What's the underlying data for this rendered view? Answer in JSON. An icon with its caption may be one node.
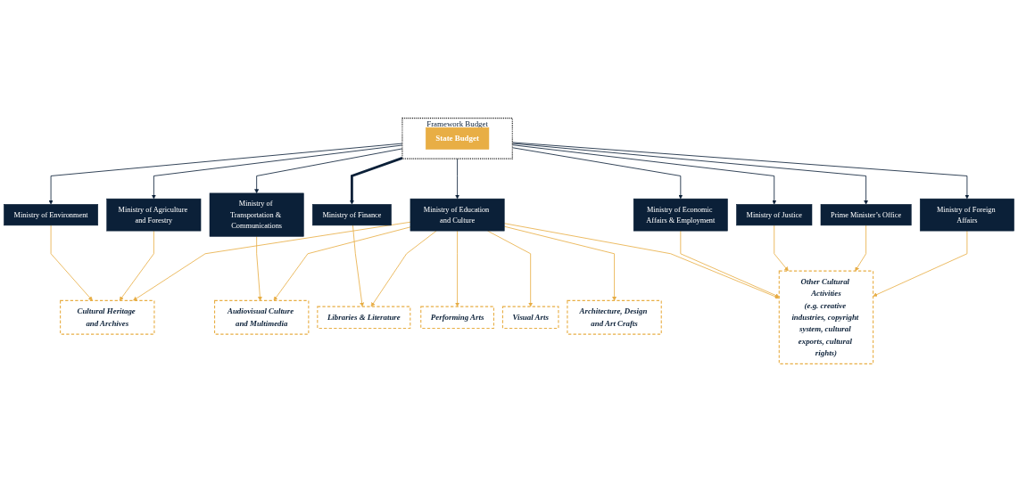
{
  "diagram": {
    "nodes": [
      {
        "text": [
          "Framework Budget"
        ]
      },
      {
        "text": [
          "State Budget"
        ],
        "in": 0
      },
      {
        "text": [
          "Ministry of Environment"
        ]
      },
      {
        "text": [
          "Ministry of Agriculture and Forestry"
        ]
      },
      {
        "text": [
          "Ministry of Transportation & Communications"
        ]
      },
      {
        "text": [
          "Ministry of Finance"
        ]
      },
      {
        "text": [
          "Ministry of Education and Culture"
        ]
      },
      {
        "text": [
          "Ministry of Economic Affairs & Employment"
        ]
      },
      {
        "text": [
          "Ministry of Justice"
        ]
      },
      {
        "text": [
          "Prime Minister’s Office"
        ]
      },
      {
        "text": [
          "Ministry of Foreign Affairs"
        ]
      },
      {
        "text": [
          "Cultural Heritage and Archives"
        ]
      },
      {
        "text": [
          "Audiovisual Culture and Multimedia"
        ]
      },
      {
        "text": [
          "Libraries & Literature"
        ]
      },
      {
        "text": [
          "Performing Arts"
        ]
      },
      {
        "text": [
          "Visual Arts"
        ]
      },
      {
        "text": [
          "Architecture, Design and Art Crafts"
        ]
      },
      {
        "text": [
          "Other Cultural Activities",
          "(e.g. creative industries, copyright system, cultural exports, cultural rights)"
        ]
      }
    ],
    "edges": [
      {
        "from": 0,
        "to": 2,
        "arrow": "to",
        "color": "#0b2038"
      },
      {
        "from": 0,
        "to": 3,
        "arrow": "to",
        "color": "#0b2038"
      },
      {
        "from": 0,
        "to": 4,
        "arrow": "to",
        "color": "#0b2038"
      },
      {
        "from": 0,
        "to": 5,
        "arrow": "to",
        "style": "thick",
        "color": "#0b2038"
      },
      {
        "from": 0,
        "to": 6,
        "arrow": "to",
        "color": "#0b2038"
      },
      {
        "from": 0,
        "to": 7,
        "arrow": "to",
        "color": "#0b2038"
      },
      {
        "from": 0,
        "to": 8,
        "arrow": "to",
        "color": "#0b2038"
      },
      {
        "from": 0,
        "to": 9,
        "arrow": "to",
        "color": "#0b2038"
      },
      {
        "from": 0,
        "to": 10,
        "arrow": "to",
        "color": "#0b2038"
      },
      {
        "from": 2,
        "to": 11,
        "arrow": "to"
      },
      {
        "from": 3,
        "to": 11,
        "arrow": "to"
      },
      {
        "from": 4,
        "to": 12,
        "arrow": "to"
      },
      {
        "from": 5,
        "to": 13,
        "arrow": "to"
      },
      {
        "from": 6,
        "to": 11,
        "arrow": "to"
      },
      {
        "from": 6,
        "to": 12,
        "arrow": "to"
      },
      {
        "from": 6,
        "to": 13,
        "arrow": "to"
      },
      {
        "from": 6,
        "to": 14,
        "arrow": "to"
      },
      {
        "from": 6,
        "to": 15,
        "arrow": "to"
      },
      {
        "from": 6,
        "to": 16,
        "arrow": "to"
      },
      {
        "from": 6,
        "to": 17,
        "arrow": "to"
      },
      {
        "from": 7,
        "to": 17,
        "arrow": "to"
      },
      {
        "from": 8,
        "to": 17,
        "arrow": "to"
      },
      {
        "from": 9,
        "to": 17,
        "arrow": "to"
      },
      {
        "from": 10,
        "to": 17,
        "arrow": "to"
      }
    ]
  }
}
